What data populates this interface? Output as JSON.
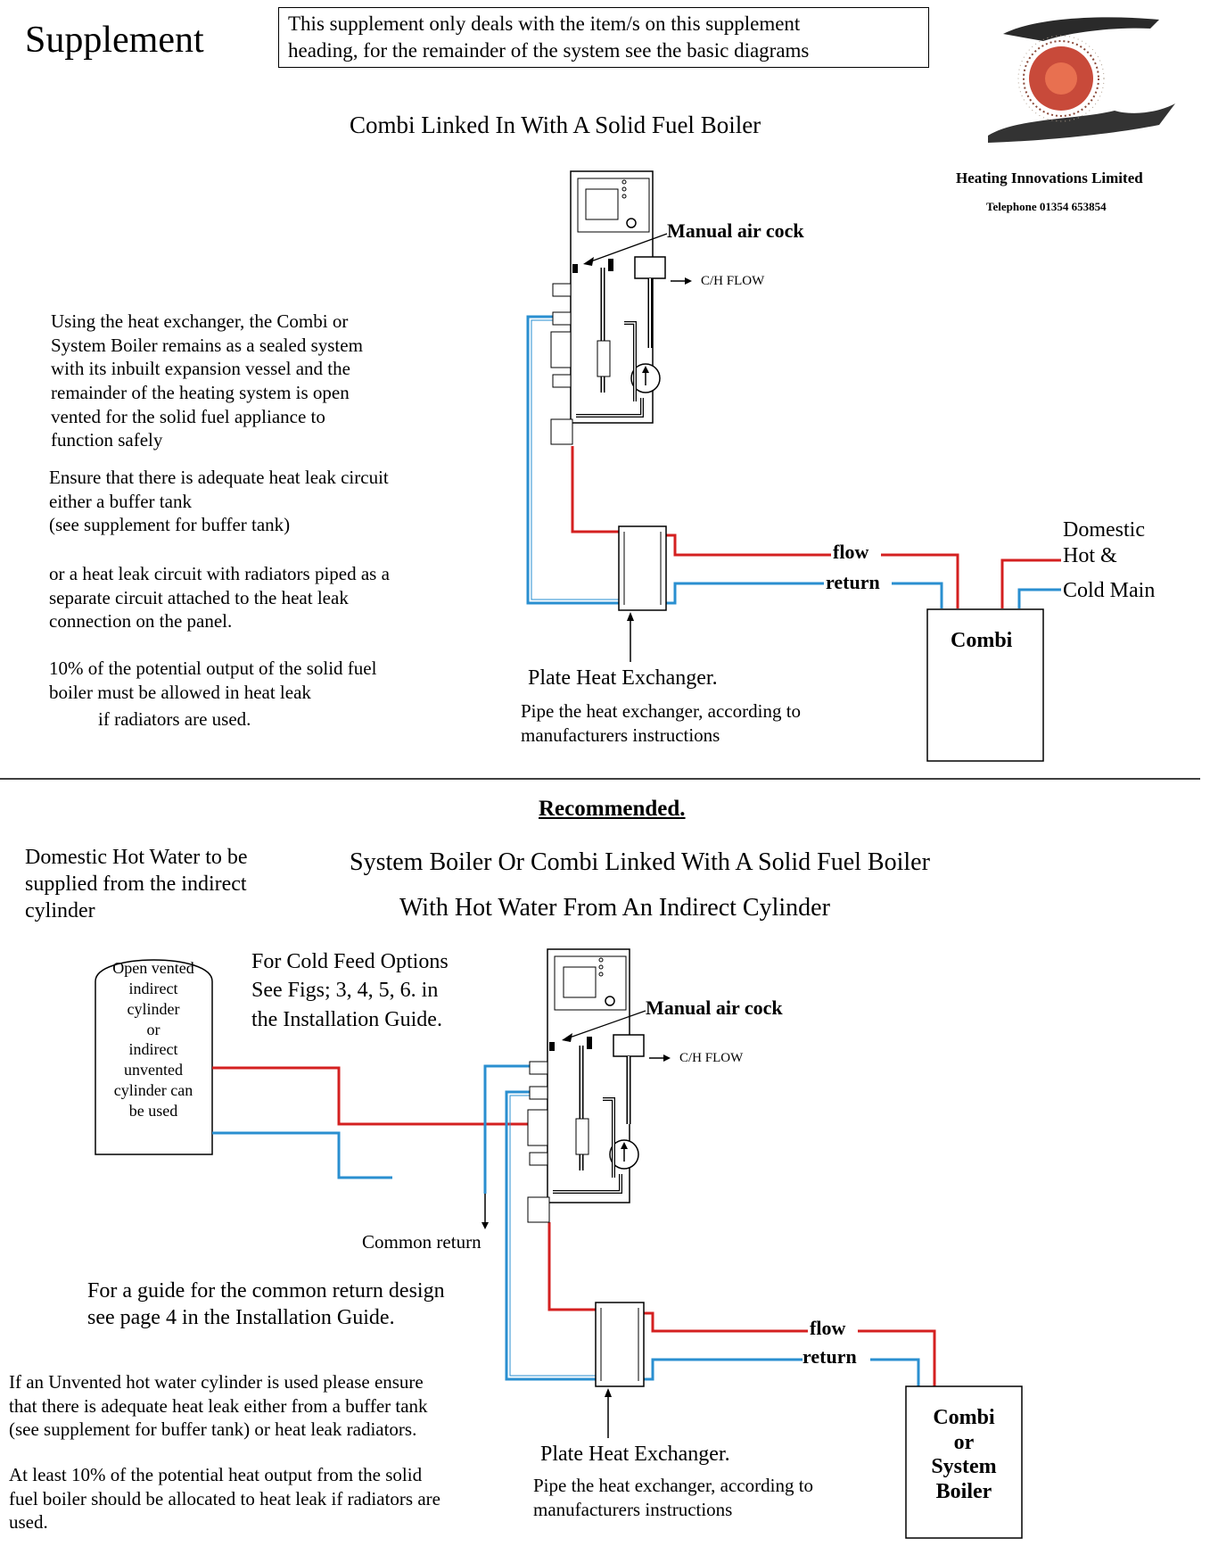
{
  "header": {
    "title": "Supplement",
    "notice": "This supplement only deals with the item/s on this supplement\nheading, for the remainder of the system see the basic diagrams"
  },
  "company": {
    "name": "Heating Innovations Limited",
    "telephone": "Telephone 01354 653854"
  },
  "section1": {
    "title": "Combi Linked In With A Solid Fuel  Boiler",
    "paragraph1": "Using the heat exchanger, the Combi or\nSystem Boiler remains as a sealed system\nwith its inbuilt expansion vessel and the\nremainder of the heating system is open\nvented for the solid fuel appliance to\nfunction safely",
    "paragraph2": "Ensure that there is adequate heat leak circuit\neither a buffer tank\n(see supplement for buffer tank)",
    "paragraph3": "or a heat leak circuit with radiators piped as a\nseparate circuit attached to the heat leak\nconnection on the panel.",
    "paragraph4": "10% of the potential output of the solid fuel\nboiler must be allowed in heat leak",
    "paragraph4b": "if radiators are used.",
    "manual_air_cock": "Manual air cock",
    "ch_flow": "C/H  FLOW",
    "flow": "flow",
    "return": "return",
    "domestic": "Domestic\nHot &",
    "cold_main": "Cold Main",
    "combi": "Combi",
    "plate_hx": "Plate Heat Exchanger.",
    "pipe_note": "Pipe the heat exchanger, according to\nmanufacturers instructions"
  },
  "section2": {
    "recommended": "Recommended.",
    "title1": "System Boiler Or Combi Linked With A Solid Fuel Boiler",
    "title2": "With Hot Water From An Indirect Cylinder",
    "dhw_note": "Domestic Hot Water to be\nsupplied from the indirect\ncylinder",
    "cylinder": "Open vented\nindirect\ncylinder\nor\nindirect\nunvented\ncylinder can\nbe used",
    "cold_feed": "For Cold Feed Options\nSee Figs; 3, 4, 5, 6. in\nthe Installation Guide.",
    "manual_air_cock": "Manual air cock",
    "ch_flow": "C/H  FLOW",
    "common_return": "Common return",
    "common_return_guide": "For a guide for the common return design\nsee page 4 in the Installation Guide.",
    "unvented_note": "If an Unvented hot water cylinder is used please ensure\nthat there is adequate heat leak either from a buffer tank\n(see supplement for buffer tank)   or heat leak radiators.",
    "heat_leak_note": "At least 10% of the potential heat output from the solid\nfuel boiler should be allocated to heat leak if radiators are\nused.",
    "flow": "flow",
    "return": "return",
    "boiler": "Combi\nor\nSystem\nBoiler",
    "plate_hx": "Plate Heat Exchanger.",
    "pipe_note": "Pipe the heat exchanger, according to\nmanufacturers instructions"
  },
  "colors": {
    "flow_pipe": "#d42020",
    "return_pipe": "#2a8fd0",
    "outline": "#000000"
  }
}
